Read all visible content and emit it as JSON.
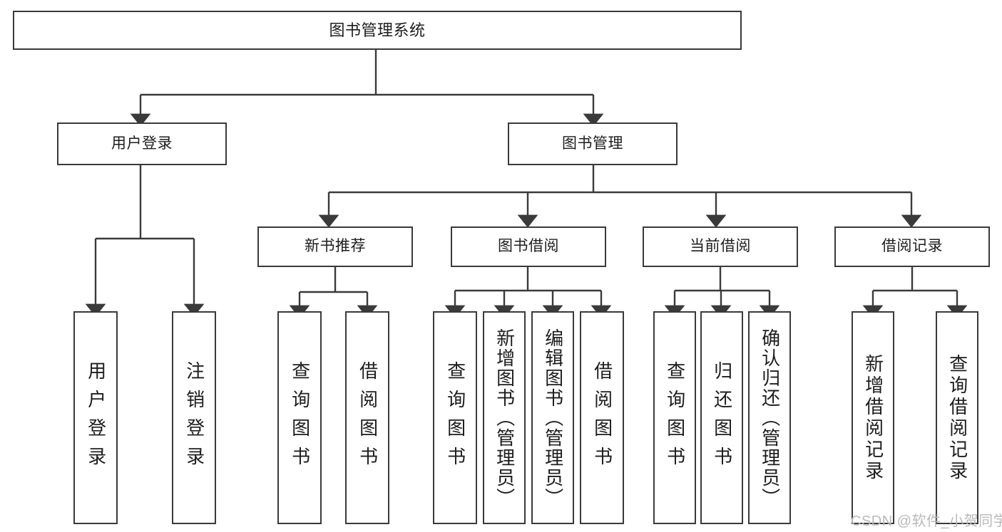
{
  "diagram": {
    "title": "图书管理系统",
    "type": "functional-structure-tree",
    "root": {
      "id": "root",
      "label": "图书管理系统"
    },
    "level2": [
      {
        "id": "login",
        "label": "用户登录"
      },
      {
        "id": "bookmgmt",
        "label": "图书管理"
      }
    ],
    "level3": [
      {
        "id": "newbook",
        "label": "新书推荐",
        "parent": "bookmgmt"
      },
      {
        "id": "borrow",
        "label": "图书借阅",
        "parent": "bookmgmt"
      },
      {
        "id": "current",
        "label": "当前借阅",
        "parent": "bookmgmt"
      },
      {
        "id": "record",
        "label": "借阅记录",
        "parent": "bookmgmt"
      }
    ],
    "leaves": {
      "login": [
        {
          "id": "leaf-user-login",
          "label": "用户登录"
        },
        {
          "id": "leaf-user-logout",
          "label": "注销登录"
        }
      ],
      "newbook": [
        {
          "id": "leaf-nb-query",
          "label": "查询图书"
        },
        {
          "id": "leaf-nb-borrow",
          "label": "借阅图书"
        }
      ],
      "borrow": [
        {
          "id": "leaf-bw-query",
          "label": "查询图书"
        },
        {
          "id": "leaf-bw-add",
          "label": "新增图书（管理员）"
        },
        {
          "id": "leaf-bw-edit",
          "label": "编辑图书（管理员）"
        },
        {
          "id": "leaf-bw-borrow",
          "label": "借阅图书"
        }
      ],
      "current": [
        {
          "id": "leaf-cur-query",
          "label": "查询图书"
        },
        {
          "id": "leaf-cur-return",
          "label": "归还图书"
        },
        {
          "id": "leaf-cur-confirm",
          "label": "确认归还（管理员）"
        }
      ],
      "record": [
        {
          "id": "leaf-rec-add",
          "label": "新增借阅记录"
        },
        {
          "id": "leaf-rec-query",
          "label": "查询借阅记录"
        }
      ]
    }
  },
  "watermark": {
    "text": "CSDN @软件_小贺同学"
  },
  "colors": {
    "stroke": "#3a3a3a",
    "text": "#1d1d1d",
    "background": "#ffffff",
    "watermark": "#b9b9b9"
  }
}
